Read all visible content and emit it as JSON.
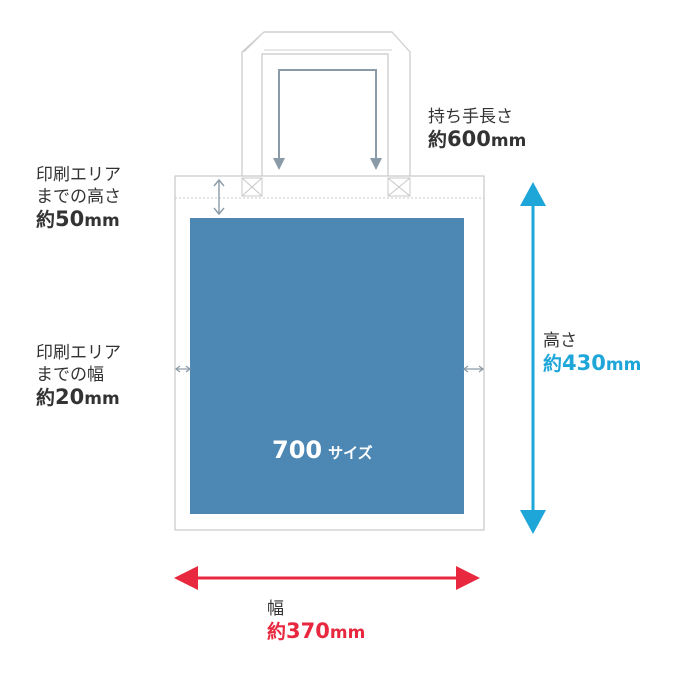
{
  "colors": {
    "print_area": "#4d87b4",
    "outline": "#c8c8c8",
    "guide_arrow": "#8a9aa6",
    "height_arrow": "#1ea6d9",
    "width_arrow": "#e8283f"
  },
  "print_area": {
    "size_number": "700",
    "size_suffix": "サイズ"
  },
  "labels": {
    "handle": {
      "line1": "持ち手長さ",
      "prefix": "約",
      "number": "600",
      "unit": "mm"
    },
    "print_top": {
      "line1": "印刷エリア",
      "line2": "までの高さ",
      "prefix": "約",
      "number": "50",
      "unit": "mm"
    },
    "print_side": {
      "line1": "印刷エリア",
      "line2": "までの幅",
      "prefix": "約",
      "number": "20",
      "unit": "mm"
    },
    "height": {
      "line1": "高さ",
      "prefix": "約",
      "number": "430",
      "unit": "mm"
    },
    "width": {
      "line1": "幅",
      "prefix": "約",
      "number": "370",
      "unit": "mm"
    }
  }
}
